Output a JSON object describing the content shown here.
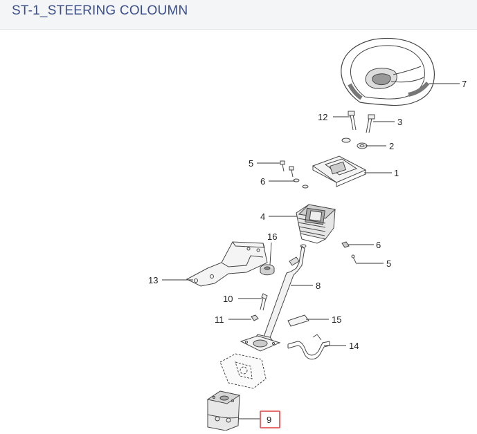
{
  "header": {
    "title": "ST-1_STEERING COLOUMN"
  },
  "callouts": [
    {
      "id": "c7",
      "label": "7"
    },
    {
      "id": "c12",
      "label": "12"
    },
    {
      "id": "c3",
      "label": "3"
    },
    {
      "id": "c2",
      "label": "2"
    },
    {
      "id": "c5a",
      "label": "5"
    },
    {
      "id": "c1",
      "label": "1"
    },
    {
      "id": "c6a",
      "label": "6"
    },
    {
      "id": "c4",
      "label": "4"
    },
    {
      "id": "c16",
      "label": "16"
    },
    {
      "id": "c6b",
      "label": "6"
    },
    {
      "id": "c13",
      "label": "13"
    },
    {
      "id": "c5b",
      "label": "5"
    },
    {
      "id": "c8",
      "label": "8"
    },
    {
      "id": "c10",
      "label": "10"
    },
    {
      "id": "c11",
      "label": "11"
    },
    {
      "id": "c15",
      "label": "15"
    },
    {
      "id": "c14",
      "label": "14"
    },
    {
      "id": "c9",
      "label": "9"
    }
  ],
  "highlight": {
    "label": "9",
    "color": "#e05a5a"
  }
}
